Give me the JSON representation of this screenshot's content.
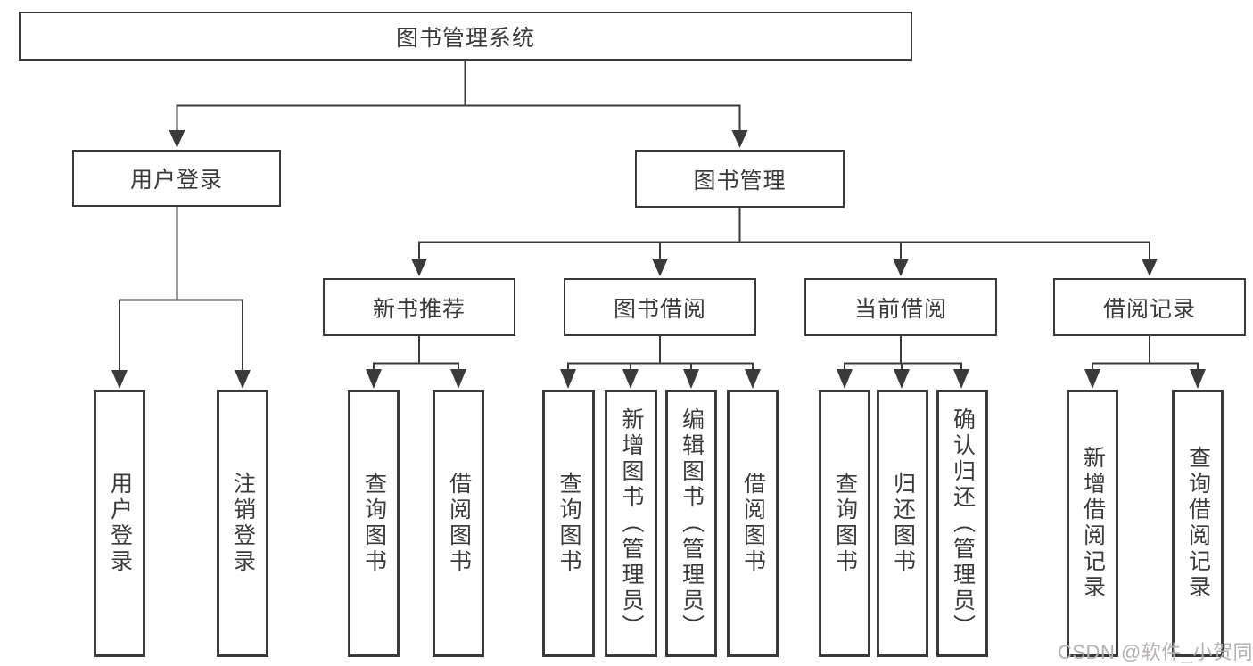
{
  "title": "图书管理系统",
  "level2": {
    "user_login": "用户登录",
    "book_mgmt": "图书管理"
  },
  "level3": {
    "new_books": "新书推荐",
    "borrow": "图书借阅",
    "current": "当前借阅",
    "records": "借阅记录"
  },
  "leaves": {
    "login": "用户登录",
    "logout": "注销登录",
    "nb_query": "查询图书",
    "nb_borrow": "借阅图书",
    "bw_query": "查询图书",
    "bw_add": "新增图书（管理员）",
    "bw_edit": "编辑图书（管理员）",
    "bw_borrow": "借阅图书",
    "cu_query": "查询图书",
    "cu_return": "归还图书",
    "cu_confirm": "确认归还（管理员）",
    "re_add": "新增借阅记录",
    "re_query": "查询借阅记录"
  },
  "watermark": "CSDN @软件_小贺同学",
  "colors": {
    "line": "#3a3a3a",
    "text": "#3a3a3a",
    "node_fill": "#ffffff",
    "background": "#ffffff",
    "watermark": "#b5b0b0"
  }
}
